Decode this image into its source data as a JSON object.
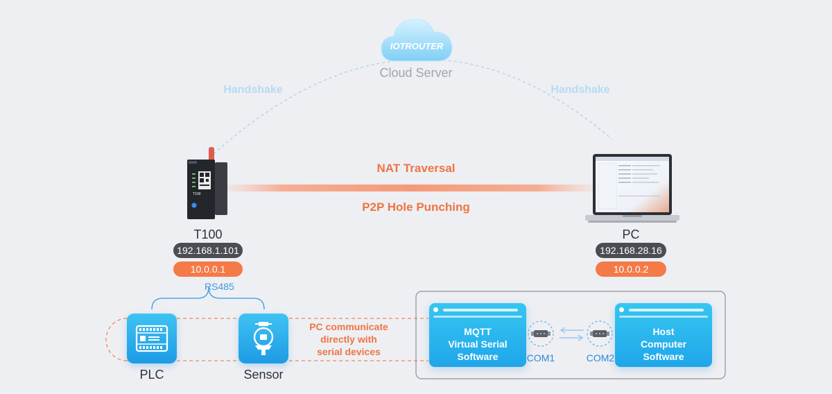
{
  "cloud": {
    "brand": "IOTROUTER",
    "label": "Cloud Server"
  },
  "links": {
    "handshake_left": "Handshake",
    "handshake_right": "Handshake",
    "nat": "NAT Traversal",
    "p2p": "P2P Hole Punching"
  },
  "t100": {
    "name": "T100",
    "ip": "192.168.1.101",
    "virtual_ip": "10.0.0.1",
    "bus": "RS485",
    "model": "T100"
  },
  "pc": {
    "name": "PC",
    "ip": "192.168.28.16",
    "virtual_ip": "10.0.0.2"
  },
  "devices": {
    "plc": "PLC",
    "sensor": "Sensor"
  },
  "pc_comm": [
    "PC communicate",
    "directly with",
    "serial devices"
  ],
  "software": {
    "mqtt": [
      "MQTT",
      "Virtual Serial",
      "Software"
    ],
    "host": [
      "Host",
      "Computer",
      "Software"
    ]
  },
  "ports": {
    "com1": "COM1",
    "com2": "COM2"
  },
  "colors": {
    "background": "#eeeff3",
    "accent_orange": "#f47a48",
    "accent_blue": "#1fa6ea",
    "dark_pill": "#4b4d52",
    "handshake_text": "#b7daf3"
  }
}
